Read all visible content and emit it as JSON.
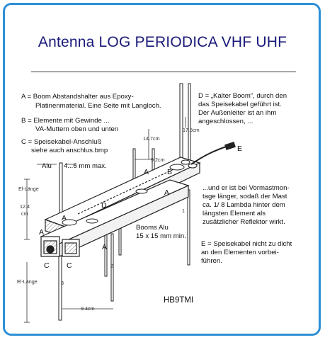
{
  "title": "Antenna LOG PERIODICA VHF UHF",
  "notes": {
    "a": [
      "A = Boom Abstandshalter aus Epoxy-",
      "Platinenmaterial. Eine Seite mit Langloch."
    ],
    "b": [
      "B = Elemente mit Gewinde ...",
      "VA-Muttern oben und unten"
    ],
    "c": [
      "C = Speisekabel-Anschluß",
      "siehe auch anschlus.bmp"
    ],
    "d": [
      "D = „Kalter Boom“, durch den",
      "das Speisekabel geführt ist.",
      "Der Außenleiter ist an ihm",
      "angeschlossen, ..."
    ],
    "mast": [
      "...und er ist bei Vormastmon-",
      "tage länger, sodaß der Mast",
      "ca. 1/ 8 Lambda hinter dem",
      "längsten Element als",
      "zusätzlicher Reflektor wirkt."
    ],
    "e": [
      "E = Speisekabel nicht zu dicht",
      "an den Elementen vorbei-",
      "führen."
    ]
  },
  "dimensions": {
    "alu": "Alu",
    "alu_size": "4...6 mm max.",
    "el_laenge_top": "El-Länge",
    "el_laenge_bottom": "El-Länge",
    "len_12_4": "12.4",
    "len_cm": "cm",
    "len_14_7": "14.7cm",
    "len_9_2": "9.2cm",
    "len_17_5": "17.5cm",
    "len_9_4": "9.4cm",
    "booms_line1": "Booms  Alu",
    "booms_line2": "15 x 15 mm min."
  },
  "markers": {
    "a": "A",
    "b": "B",
    "c": "C",
    "d": "D",
    "e": "E",
    "n1": "1",
    "n2": "2",
    "n3": "3"
  },
  "signature": "HB9TMI",
  "colors": {
    "frame": "#2d8fd6",
    "title": "#1a1a7a",
    "ink": "#111111"
  }
}
